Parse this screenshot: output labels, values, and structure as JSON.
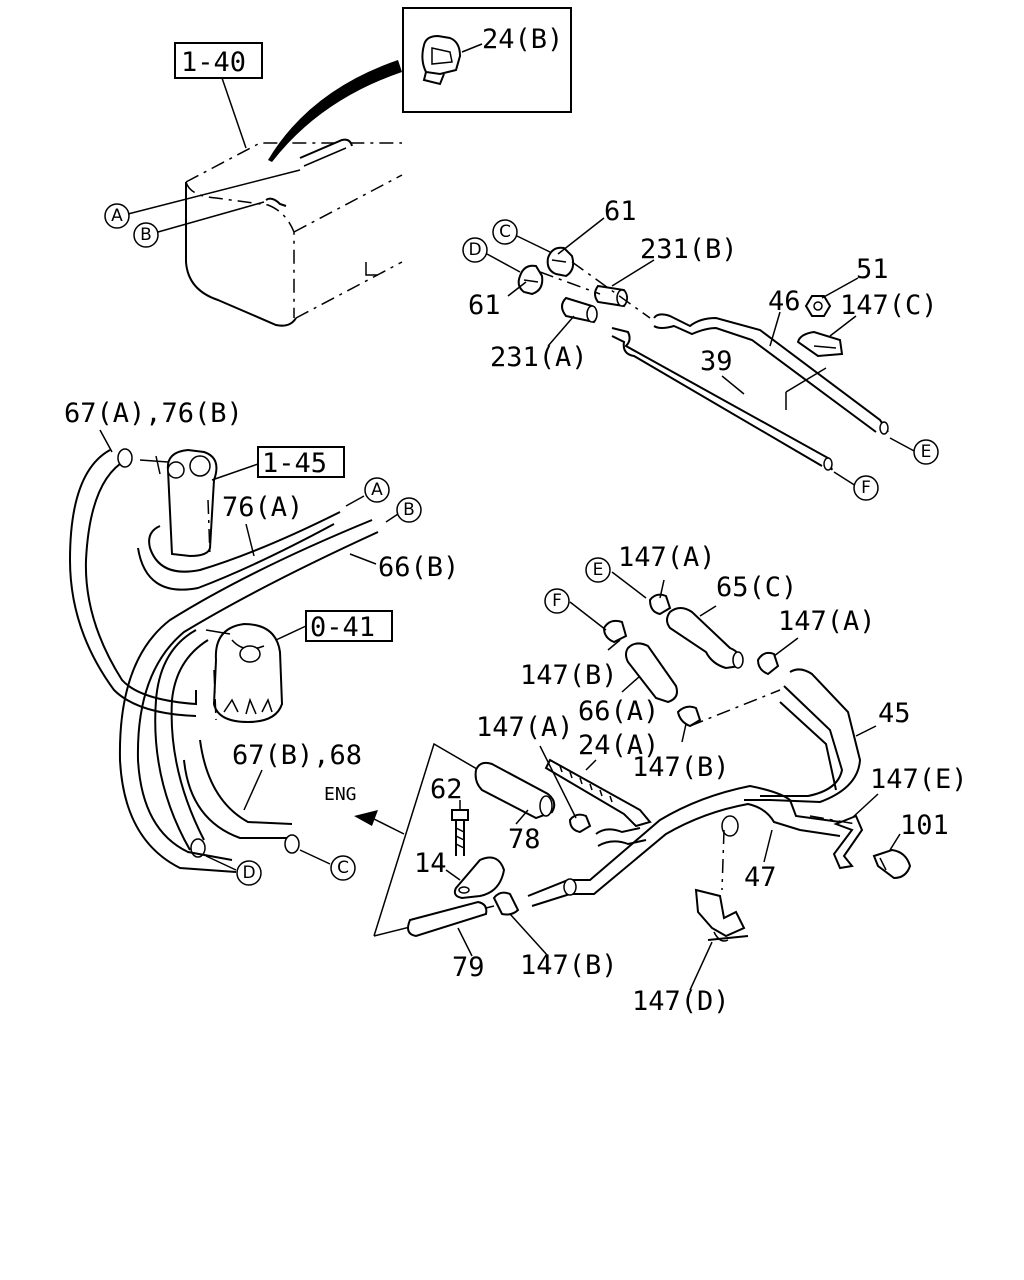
{
  "refs": {
    "r1_40": "1-40",
    "r1_45": "1-45",
    "r0_41": "0-41"
  },
  "labels": {
    "p24b": "24(B)",
    "p61a": "61",
    "p61b": "61",
    "p231b": "231(B)",
    "p231a": "231(A)",
    "p51": "51",
    "p46": "46",
    "p147c": "147(C)",
    "p39": "39",
    "p67a76b": "67(A),76(B)",
    "p76a": "76(A)",
    "p66b": "66(B)",
    "p67b68": "67(B),68",
    "p147a_1": "147(A)",
    "p65c": "65(C)",
    "p147a_2": "147(A)",
    "p147b_1": "147(B)",
    "p66a": "66(A)",
    "p45": "45",
    "p147a_3": "147(A)",
    "p24a": "24(A)",
    "p147b_2": "147(B)",
    "p147e": "147(E)",
    "p62": "62",
    "p101": "101",
    "p78": "78",
    "p14": "14",
    "p47": "47",
    "p79": "79",
    "p147b_3": "147(B)",
    "p147d": "147(D)",
    "eng": "ENG"
  },
  "callouts": {
    "a1": "A",
    "b1": "B",
    "c1": "C",
    "d1": "D",
    "e1": "E",
    "f1": "F",
    "a2": "A",
    "b2": "B",
    "e2": "E",
    "f2": "F",
    "d2": "D",
    "c2": "C"
  }
}
